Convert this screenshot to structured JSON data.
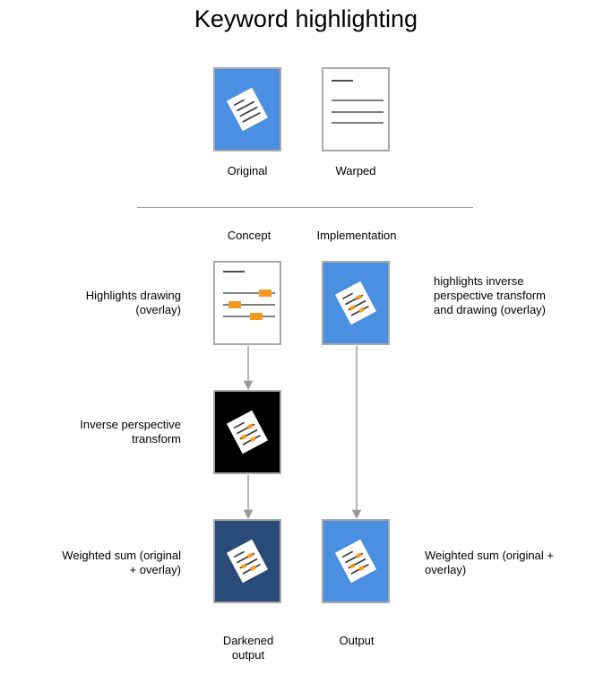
{
  "title": "Keyword highlighting",
  "top_row": {
    "original_label": "Original",
    "warped_label": "Warped"
  },
  "columns": {
    "concept": "Concept",
    "implementation": "Implementation"
  },
  "steps": {
    "highlights_drawing": "Highlights drawing (overlay)",
    "inverse_perspective": "Inverse perspective transform",
    "weighted_sum_left": "Weighted sum (original + overlay)",
    "highlights_inverse": "highlights inverse perspective transform and drawing (overlay)",
    "weighted_sum_right": "Weighted sum (original + overlay)"
  },
  "outputs": {
    "darkened": "Darkened output",
    "output": "Output"
  },
  "colors": {
    "blue": "#4a8fe0",
    "dark_blue": "#2a4a78",
    "black": "#000000",
    "highlight": "#f39a1e",
    "border": "#a9a9a9",
    "arrow": "#9a9a9a"
  }
}
